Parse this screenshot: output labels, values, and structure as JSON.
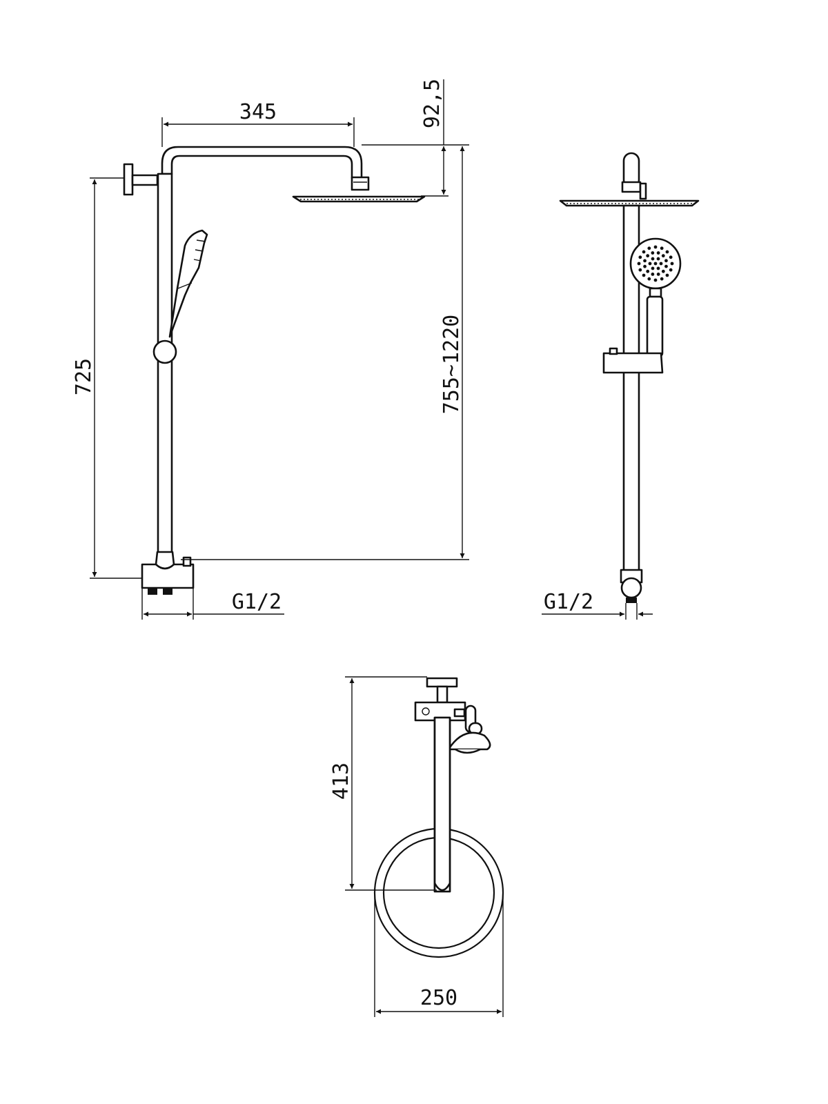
{
  "dimensions": {
    "arm_reach": "345",
    "head_drop": "92,5",
    "column_height": "725",
    "total_height": "755~1220",
    "inlet_side": "G1/2",
    "inlet_front": "G1/2",
    "wall_to_head": "413",
    "head_diameter": "250"
  }
}
